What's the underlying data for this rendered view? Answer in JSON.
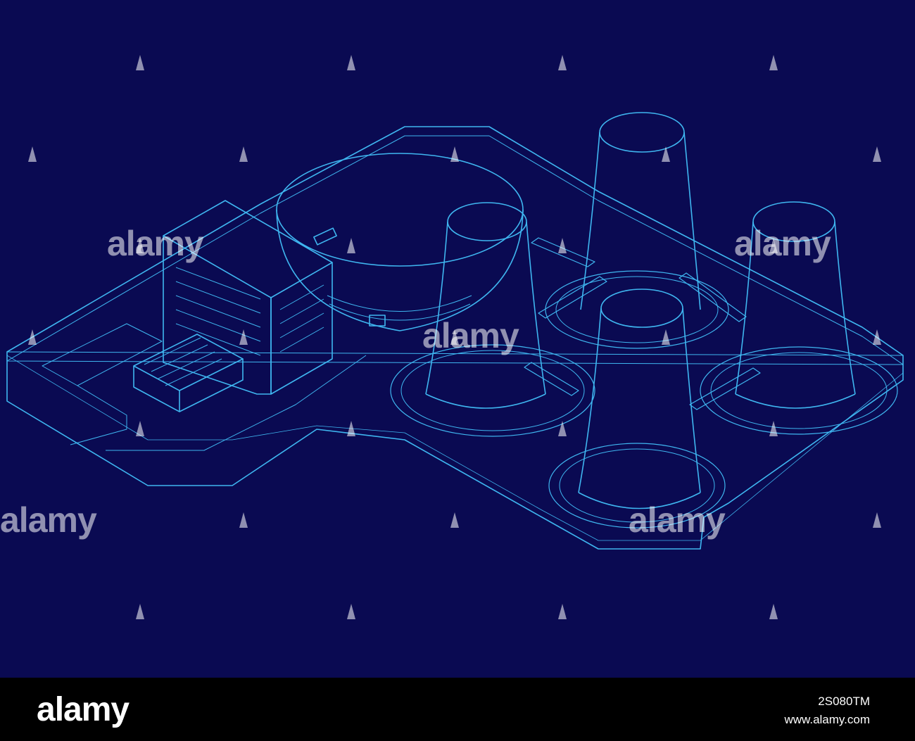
{
  "watermark": {
    "text": "alamy"
  },
  "footer": {
    "logo": "alamy",
    "image_id": "2S080TM",
    "url": "www.alamy.com"
  },
  "colors": {
    "background": "#0a0a52",
    "line": "#3fb6f0",
    "line_light": "#7ad6ff",
    "footer_bg": "#000000"
  }
}
